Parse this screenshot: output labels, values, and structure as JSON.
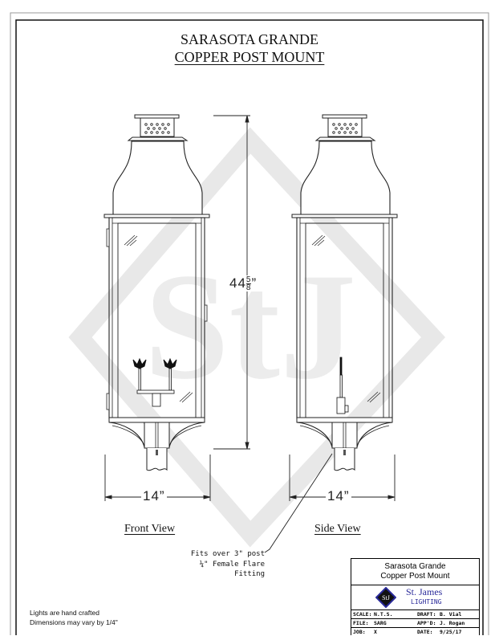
{
  "title": {
    "line1": "SARASOTA GRANDE",
    "line2": "COPPER POST MOUNT"
  },
  "dimensions": {
    "height_whole": "44",
    "height_num": "5",
    "height_den": "8",
    "height_unit": "”",
    "front_width": "14”",
    "side_width": "14”"
  },
  "views": {
    "front": "Front View",
    "side": "Side View"
  },
  "callout": {
    "line1": "Fits over 3\" post",
    "line2": "¼\" Female Flare",
    "line3": "Fitting"
  },
  "notes": {
    "line1": "Lights are hand crafted",
    "line2": "Dimensions may vary by 1/4\""
  },
  "watermark": {
    "text": "StJ"
  },
  "title_block": {
    "name1": "Sarasota Grande",
    "name2": "Copper Post Mount",
    "company": "St. James",
    "company_sub": "LIGHTING",
    "logo_text": "StJ",
    "scale_label": "SCALE:",
    "scale_value": "N.T.S.",
    "draft_label": "DRAFT:",
    "draft_value": "B. Vial",
    "file_label": "FILE:",
    "file_value": "SARG",
    "appd_label": "APP'D:",
    "appd_value": "J. Rogan",
    "job_label": "JOB:",
    "job_value": "X",
    "date_label": "DATE:",
    "date_value": "9/25/17"
  },
  "colors": {
    "line": "#222222",
    "watermark": "#e6e6e6",
    "logo": "#2a2a9a"
  }
}
